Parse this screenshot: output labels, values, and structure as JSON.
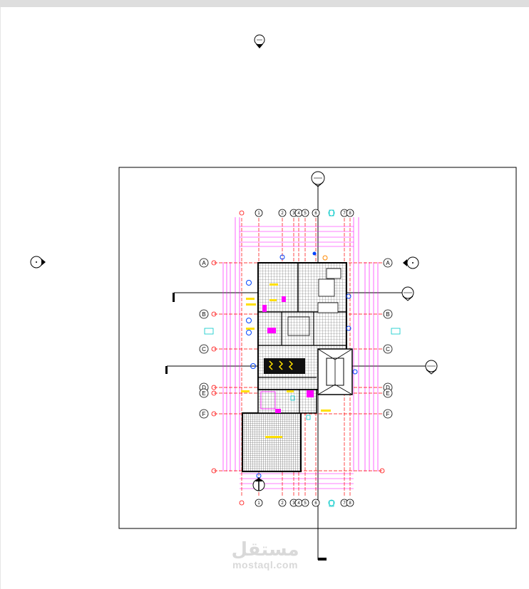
{
  "drawing": {
    "grid_rows": [
      "A",
      "B",
      "C",
      "D",
      "E",
      "F"
    ],
    "grid_cols": [
      "1",
      "2",
      "3",
      "4",
      "5",
      "6",
      "7",
      "8"
    ],
    "colors": {
      "paper": "#ffffff",
      "frame": "#000000",
      "grid_line": "#ff0000",
      "dimension": "#ff00ff",
      "cyan": "#00c8c8",
      "blue": "#0044ff",
      "yellow": "#ffe000",
      "wall": "#000000"
    }
  },
  "watermark": {
    "arabic": "مستقل",
    "latin": "mostaql.com"
  }
}
